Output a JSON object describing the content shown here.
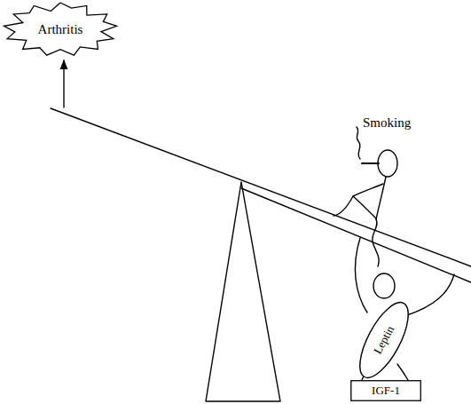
{
  "diagram": {
    "nodes": [
      {
        "text": [
          "Arthritis"
        ]
      },
      {
        "text": [
          "Leptin"
        ]
      },
      {
        "text": [
          "IGF-1"
        ]
      }
    ],
    "labels": [
      "Smoking"
    ]
  }
}
